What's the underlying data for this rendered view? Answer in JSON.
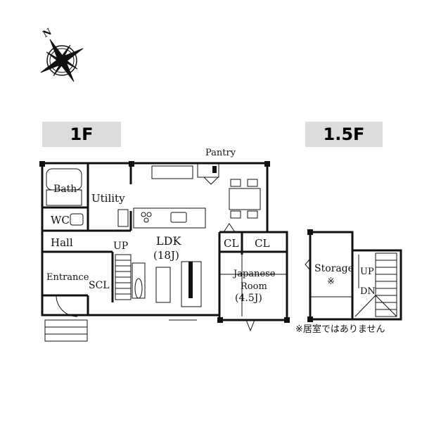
{
  "compass": {
    "north_label": "N",
    "icon": "compass-rose-icon"
  },
  "floors": {
    "first": {
      "title": "1F"
    },
    "half": {
      "title": "1.5F"
    }
  },
  "rooms": {
    "pantry": "Pantry",
    "bath": "Bath",
    "utility": "Utility",
    "wc": "WC",
    "hall": "Hall",
    "up_stairs": "UP",
    "ldk": "LDK",
    "ldk_size": "(18J)",
    "cl1": "CL",
    "cl2": "CL",
    "entrance": "Entrance",
    "scl": "SCL",
    "japanese_line1": "Japanese",
    "japanese_line2": "Room",
    "japanese_size": "(4.5J)",
    "storage": "Storage",
    "storage_mark": "※",
    "up2": "UP",
    "dn": "DN"
  },
  "note": "※居室ではありません"
}
